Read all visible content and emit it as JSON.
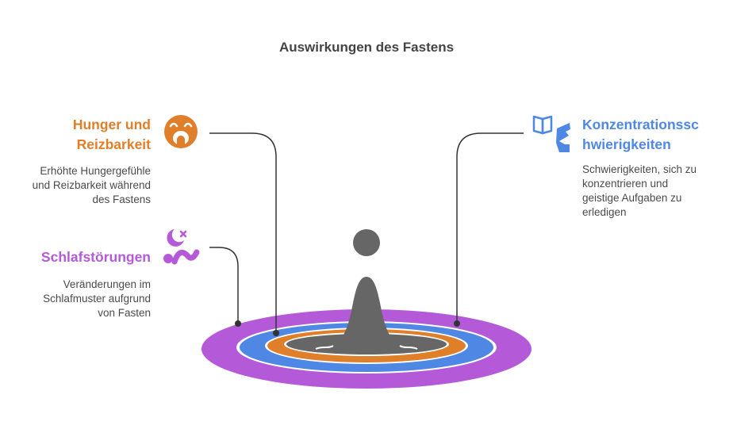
{
  "title": "Auswirkungen des Fastens",
  "items": {
    "hunger": {
      "title_line1": "Hunger und",
      "title_line2": "Reizbarkeit",
      "desc_line1": "Erhöhte Hungergefühle",
      "desc_line2": "und Reizbarkeit während",
      "desc_line3": "des Fastens",
      "color": "#e07f2a",
      "icon": "hungry-face-icon"
    },
    "sleep": {
      "title": "Schlafstörungen",
      "desc_line1": "Veränderungen im",
      "desc_line2": "Schlafmuster aufgrund",
      "desc_line3": "von Fasten",
      "color": "#b45ad9",
      "icon": "sleep-disruption-icon"
    },
    "concentration": {
      "title_line1": "Konzentrationssc",
      "title_line2": "hwierigkeiten",
      "desc_line1": "Schwierigkeiten, sich zu",
      "desc_line2": "konzentrieren und",
      "desc_line3": "geistige Aufgaben zu",
      "desc_line4": "erledigen",
      "color": "#4f88e4",
      "icon": "book-head-icon"
    }
  },
  "colors": {
    "outer_ring": "#b45ad9",
    "blue_ring": "#4f88e4",
    "orange_ring": "#e07f2a",
    "center": "#666666",
    "connector": "#333333"
  }
}
